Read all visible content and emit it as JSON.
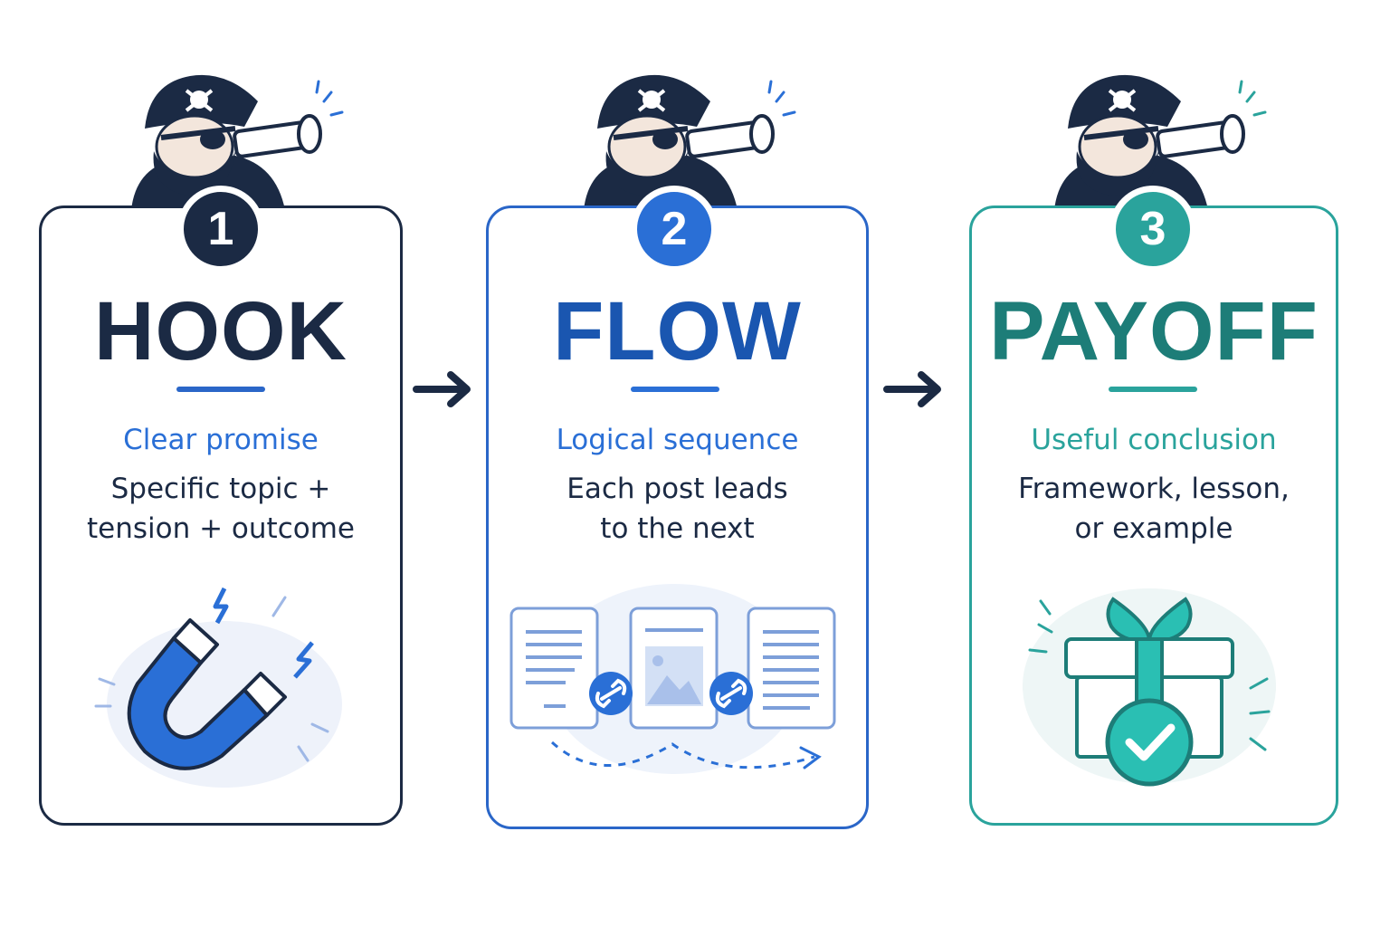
{
  "steps": [
    {
      "number": "1",
      "title": "HOOK",
      "subtitle": "Clear promise",
      "desc_line1": "Specific topic +",
      "desc_line2": "tension + outcome",
      "icon": "magnet-icon",
      "color": "#1b2a44",
      "accent": "#2a6fd6"
    },
    {
      "number": "2",
      "title": "FLOW",
      "subtitle": "Logical sequence",
      "desc_line1": "Each post leads",
      "desc_line2": "to the next",
      "icon": "linked-posts-icon",
      "color": "#1a56b0",
      "accent": "#2a6fd6"
    },
    {
      "number": "3",
      "title": "PAYOFF",
      "subtitle": "Useful conclusion",
      "desc_line1": "Framework, lesson,",
      "desc_line2": "or example",
      "icon": "gift-check-icon",
      "color": "#1d7d78",
      "accent": "#2aa39c"
    }
  ],
  "mascot_icon": "pirate-telescope-icon",
  "connector_icon": "arrow-right-icon"
}
